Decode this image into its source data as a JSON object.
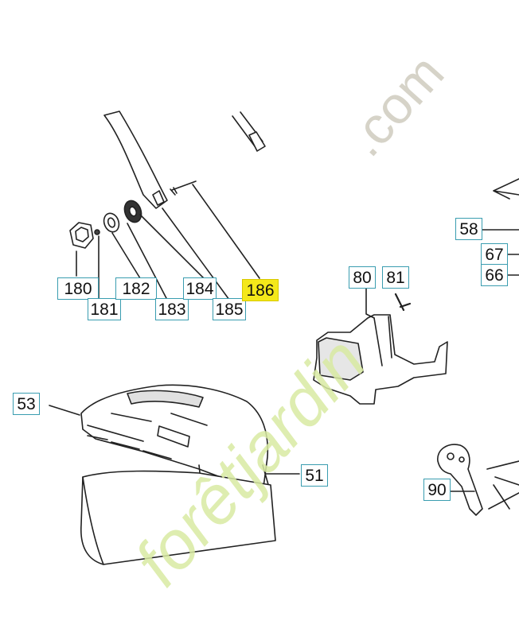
{
  "callouts": {
    "c180": "180",
    "c181": "181",
    "c182": "182",
    "c183": "183",
    "c184": "184",
    "c185": "185",
    "c186": "186",
    "c80": "80",
    "c81": "81",
    "c58": "58",
    "c67": "67",
    "c66": "66",
    "c53": "53",
    "c51": "51",
    "c90": "90"
  },
  "highlighted_part": "186",
  "colors": {
    "highlight": "#f4e81a",
    "callout_border": "#3a9db0",
    "line": "#222222"
  },
  "watermark": {
    "domain": ".com",
    "brand": "forêtjardin"
  }
}
